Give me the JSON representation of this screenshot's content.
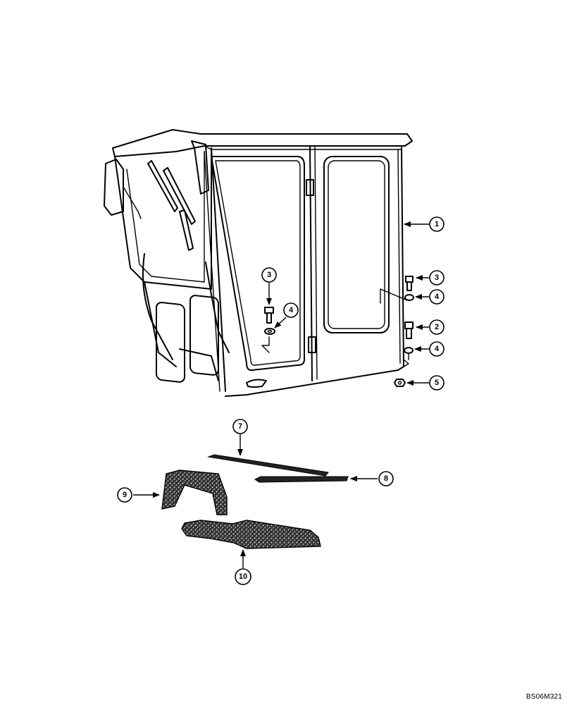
{
  "callouts": {
    "c1": "1",
    "c2": "2",
    "c3a": "3",
    "c3b": "3",
    "c4a": "4",
    "c4b": "4",
    "c4c": "4",
    "c5": "5",
    "c7": "7",
    "c8": "8",
    "c9": "9",
    "c10": "10"
  },
  "reference_code": "BS06M321"
}
